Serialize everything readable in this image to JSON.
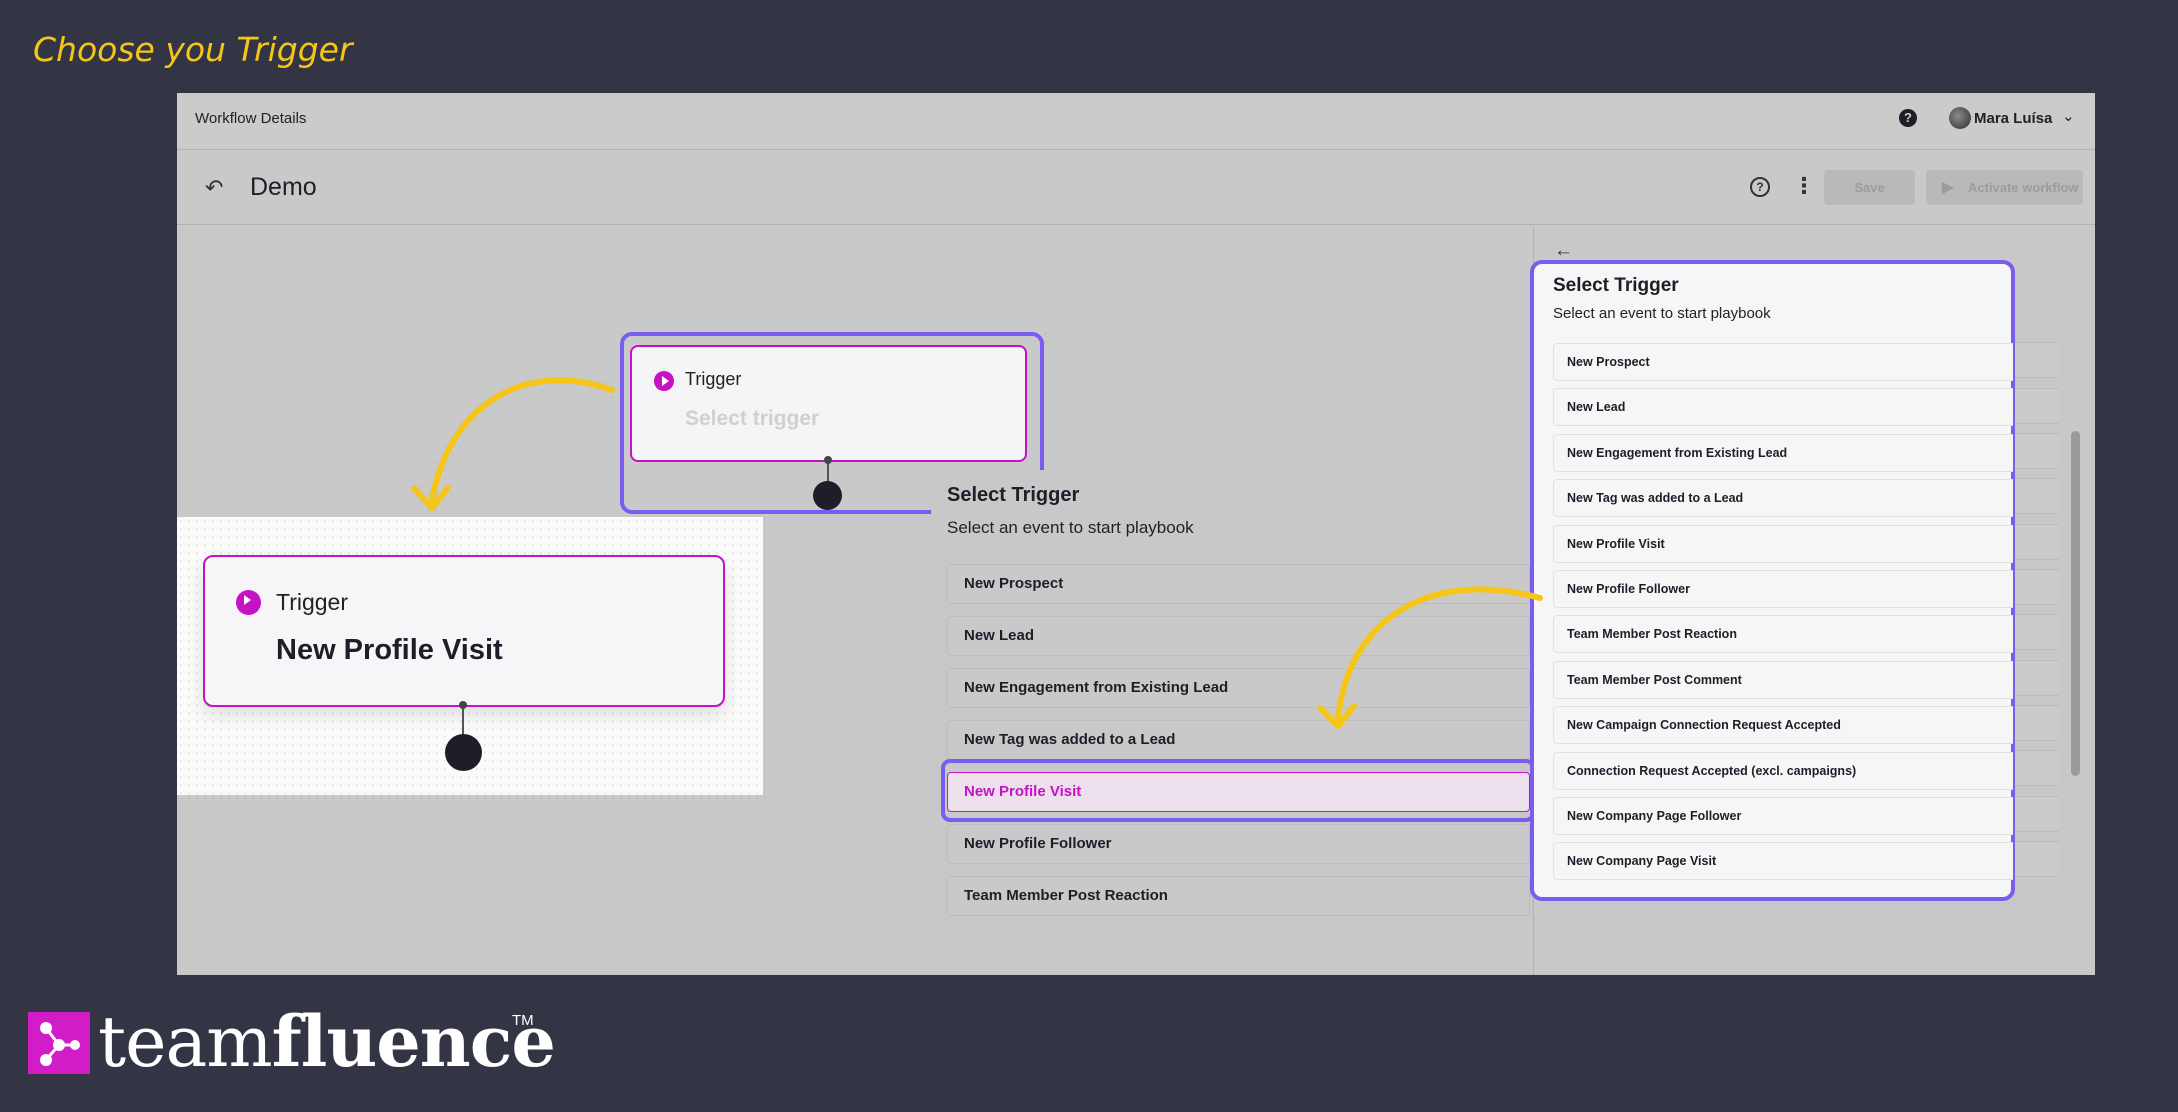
{
  "headline": "Choose you Trigger",
  "topbar": {
    "title": "Workflow Details",
    "help_icon": "?",
    "user_name": "Mara Luísa",
    "chevron": "⌄"
  },
  "workflow": {
    "back_icon": "↶",
    "name": "Demo",
    "help_icon": "?",
    "more_icon": "⋮",
    "save_label": "Save",
    "activate_label": "Activate workflow"
  },
  "trigger_node": {
    "label": "Trigger",
    "placeholder": "Select trigger"
  },
  "zoom_node": {
    "label": "Trigger",
    "value": "New Profile Visit"
  },
  "middle_list": {
    "title": "Select Trigger",
    "subtitle": "Select an event to start playbook",
    "items": [
      "New Prospect",
      "New Lead",
      "New Engagement from Existing Lead",
      "New Tag was added to a Lead",
      "New Profile Visit",
      "New Profile Follower",
      "Team Member Post Reaction"
    ],
    "selected": "New Profile Visit"
  },
  "right_list": {
    "back_icon": "←",
    "title": "Select Trigger",
    "subtitle": "Select an event to start playbook",
    "items": [
      "New Prospect",
      "New Lead",
      "New Engagement from Existing Lead",
      "New Tag was added to a Lead",
      "New Profile Visit",
      "New Profile Follower",
      "Team Member Post Reaction",
      "Team Member Post Comment",
      "New Campaign Connection Request Accepted",
      "Connection Request Accepted (excl. campaigns)",
      "New Company Page Follower",
      "New Company Page Visit"
    ]
  },
  "brand": {
    "light": "team",
    "bold": "fluence",
    "tm": "TM"
  },
  "colors": {
    "accent_purple": "#7c5cf0",
    "magenta": "#c512c5",
    "yellow": "#f5c518",
    "background": "#333545"
  }
}
